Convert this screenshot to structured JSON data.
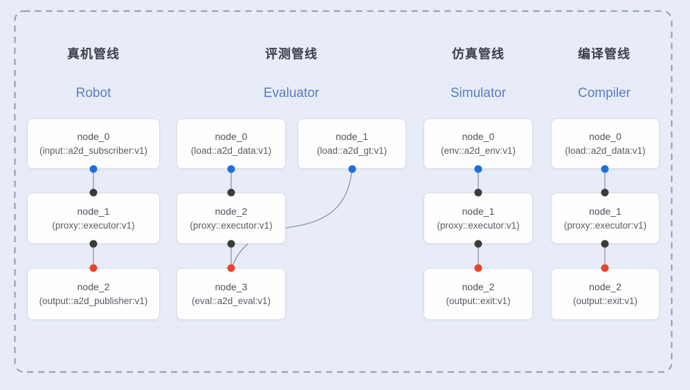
{
  "diagram": {
    "background_color": "#e7ecf8",
    "dashed_border_color": "#9aa1ae",
    "connector_color": "#8b93a5",
    "port_colors": {
      "blue_port": "#1f6de0",
      "black_port": "#3b3b3b",
      "red_port": "#e8432d"
    },
    "title_en_color": "#5b7ac1"
  },
  "pipelines": [
    {
      "title_zh": "真机管线",
      "title_en": "Robot",
      "nodes": [
        {
          "name": "node_0",
          "impl": "(input::a2d_subscriber:v1)"
        },
        {
          "name": "node_1",
          "impl": "(proxy::executor:v1)"
        },
        {
          "name": "node_2",
          "impl": "(output::a2d_publisher:v1)"
        }
      ]
    },
    {
      "title_zh": "评测管线",
      "title_en": "Evaluator",
      "nodes": [
        {
          "name": "node_0",
          "impl": "(load::a2d_data:v1)"
        },
        {
          "name": "node_1",
          "impl": "(load::a2d_gt:v1)"
        },
        {
          "name": "node_2",
          "impl": "(proxy::executor:v1)"
        },
        {
          "name": "node_3",
          "impl": "(eval::a2d_eval:v1)"
        }
      ]
    },
    {
      "title_zh": "仿真管线",
      "title_en": "Simulator",
      "nodes": [
        {
          "name": "node_0",
          "impl": "(env::a2d_env:v1)"
        },
        {
          "name": "node_1",
          "impl": "(proxy::executor:v1)"
        },
        {
          "name": "node_2",
          "impl": "(output::exit:v1)"
        }
      ]
    },
    {
      "title_zh": "编译管线",
      "title_en": "Compiler",
      "nodes": [
        {
          "name": "node_0",
          "impl": "(load::a2d_data:v1)"
        },
        {
          "name": "node_1",
          "impl": "(proxy::executor:v1)"
        },
        {
          "name": "node_2",
          "impl": "(output::exit:v1)"
        }
      ]
    }
  ]
}
